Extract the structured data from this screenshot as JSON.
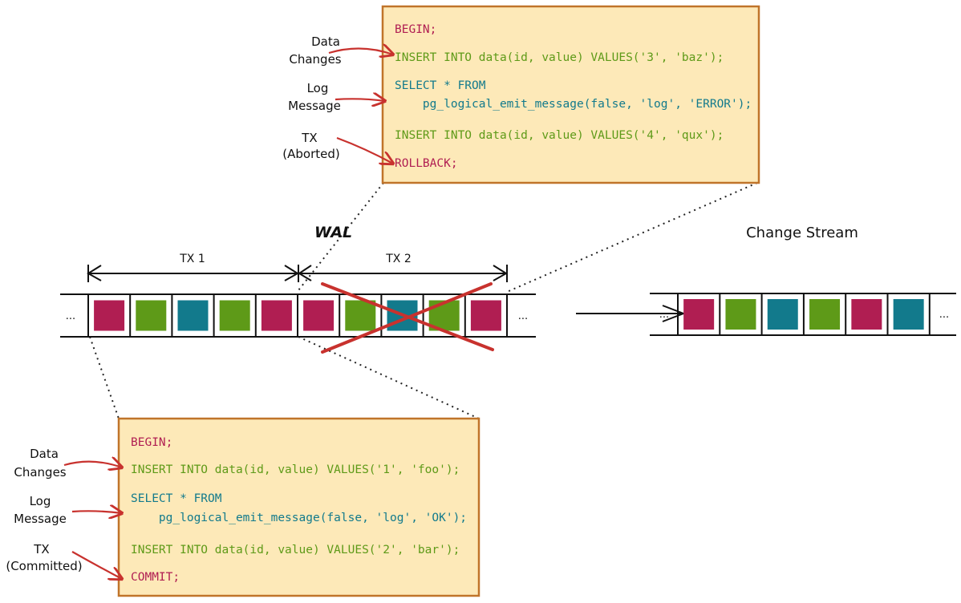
{
  "colors": {
    "magenta": "#b01e52",
    "green": "#5e9a18",
    "teal": "#127a8c",
    "red_annotation": "#c8322e",
    "box_fill": "#fde9b8",
    "box_border": "#c0742a",
    "keyword": "#b01e52",
    "insert": "#5e9a18",
    "select": "#127a8c"
  },
  "wal": {
    "label": "WAL",
    "ellipsis_left": "...",
    "ellipsis_right": "...",
    "tx1_label": "TX 1",
    "tx2_label": "TX 2",
    "cells": [
      "magenta",
      "green",
      "teal",
      "green",
      "magenta",
      "magenta",
      "green",
      "teal",
      "green",
      "magenta"
    ],
    "tx1_cell_count": 5,
    "tx2_cell_count": 5,
    "tx2_crossed_out": true
  },
  "change_stream": {
    "label": "Change Stream",
    "ellipsis_left": "...",
    "ellipsis_right": "...",
    "cells": [
      "magenta",
      "green",
      "teal",
      "green",
      "magenta",
      "teal"
    ]
  },
  "tx2_box": {
    "lines": [
      {
        "text": "BEGIN;",
        "kind": "keyword"
      },
      {
        "text": "INSERT INTO data(id, value) VALUES('3', 'baz');",
        "kind": "insert"
      },
      {
        "text": "SELECT * FROM",
        "kind": "select"
      },
      {
        "text": "    pg_logical_emit_message(false, 'log', 'ERROR');",
        "kind": "select"
      },
      {
        "text": "INSERT INTO data(id, value) VALUES('4', 'qux');",
        "kind": "insert"
      },
      {
        "text": "ROLLBACK;",
        "kind": "keyword"
      }
    ],
    "annotations": [
      {
        "line1": "Data",
        "line2": "Changes"
      },
      {
        "line1": "Log",
        "line2": "Message"
      },
      {
        "line1": "TX",
        "line2": "(Aborted)"
      }
    ]
  },
  "tx1_box": {
    "lines": [
      {
        "text": "BEGIN;",
        "kind": "keyword"
      },
      {
        "text": "INSERT INTO data(id, value) VALUES('1', 'foo');",
        "kind": "insert"
      },
      {
        "text": "SELECT * FROM",
        "kind": "select"
      },
      {
        "text": "    pg_logical_emit_message(false, 'log', 'OK');",
        "kind": "select"
      },
      {
        "text": "INSERT INTO data(id, value) VALUES('2', 'bar');",
        "kind": "insert"
      },
      {
        "text": "COMMIT;",
        "kind": "keyword"
      }
    ],
    "annotations": [
      {
        "line1": "Data",
        "line2": "Changes"
      },
      {
        "line1": "Log",
        "line2": "Message"
      },
      {
        "line1": "TX",
        "line2": "(Committed)"
      }
    ]
  }
}
